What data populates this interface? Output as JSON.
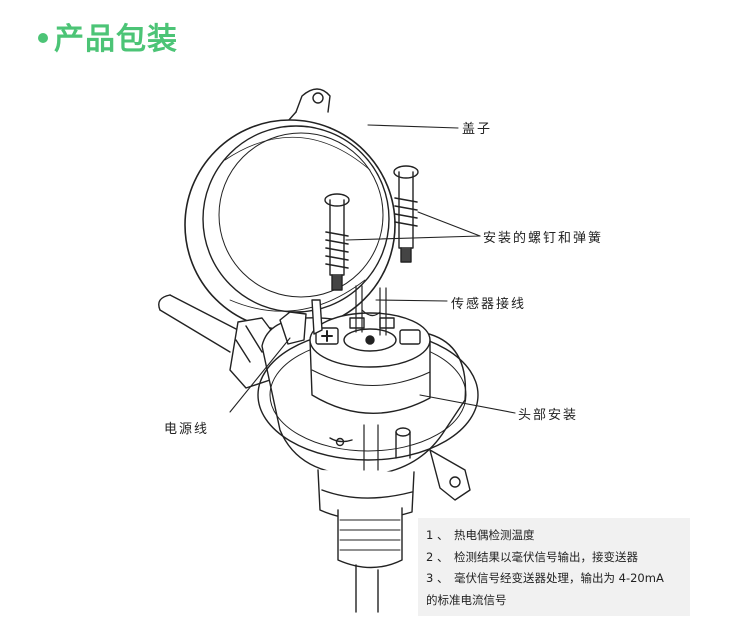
{
  "header": {
    "title": "产品包装",
    "accent_color": "#4cc476"
  },
  "labels": {
    "cover": "盖子",
    "screws": "安装的螺钉和弹簧",
    "sensor_wiring": "传感器接线",
    "power_line": "电源线",
    "head_install": "头部安装"
  },
  "terminal_icon": "plus-sign-icon",
  "notes": [
    {
      "num": "1 、",
      "text": "热电偶检测温度"
    },
    {
      "num": "2 、",
      "text": "检测结果以毫伏信号输出，接变送器"
    },
    {
      "num": "3 、",
      "text": "毫伏信号经变送器处理，输出为 4-20mA"
    },
    {
      "num": "",
      "text": "的标准电流信号"
    }
  ]
}
